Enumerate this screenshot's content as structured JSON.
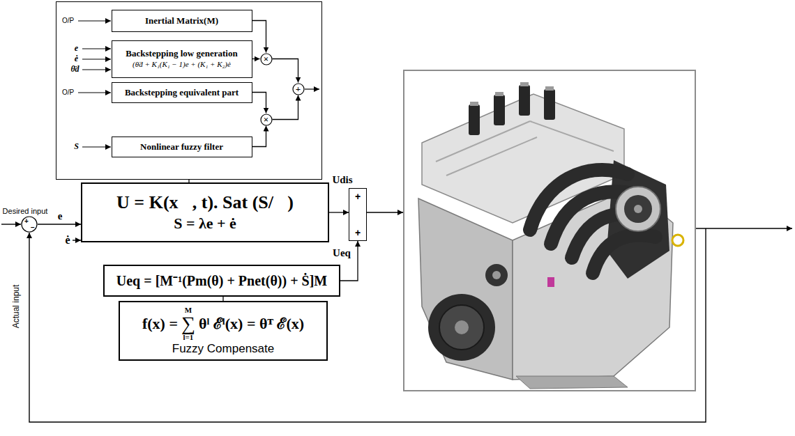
{
  "diagram": {
    "nodes": [
      {
        "text": [
          "O/P",
          "e",
          "ė",
          "θ̈d",
          "O/P",
          "S"
        ]
      },
      {
        "text": [
          "Inertial Matrix(M)"
        ],
        "in": 0
      },
      {
        "text": [
          "Backstepping low generation",
          "(θ̈d + K₁(K₁ − 1)e + (K₁ + K₂)ė"
        ],
        "in": 0
      },
      {
        "text": [
          "Backstepping equivalent part"
        ],
        "in": 0
      },
      {
        "text": [
          "Nonlinear fuzzy filter"
        ],
        "in": 0
      },
      {
        "text": [
          "×"
        ],
        "in": 0
      },
      {
        "text": [
          "×"
        ],
        "in": 0
      },
      {
        "text": [
          "+"
        ],
        "in": 0
      },
      {
        "text": [
          "+",
          "−"
        ]
      },
      {
        "text": [
          "U = K(x⃗, t). Sat (S/∅)",
          "S = λe + ė"
        ]
      },
      {
        "text": [
          "+",
          "+"
        ]
      },
      {
        "text": [
          "Ueq = [M⁻¹(Pm(θ) + Pnet(θ)) + Ṡ]M"
        ]
      },
      {
        "text": [
          "f(x) =",
          "M",
          "∑",
          "l=1",
          "θˡ ℰˡ(x) = θᵀ ℰ(x)",
          "Fuzzy Compensate"
        ]
      }
    ],
    "edges": [
      {
        "from": 1,
        "to": 5,
        "arrow": "to"
      },
      {
        "from": 2,
        "to": 5,
        "arrow": "to"
      },
      {
        "from": 3,
        "to": 6,
        "arrow": "to"
      },
      {
        "from": 4,
        "to": 6,
        "arrow": "to"
      },
      {
        "from": 5,
        "to": 7,
        "arrow": "to"
      },
      {
        "from": 6,
        "to": 7,
        "arrow": "to"
      },
      {
        "from": 0,
        "to": 9,
        "arrow": "none"
      },
      {
        "from": 8,
        "to": 9,
        "label": "e",
        "arrow": "to"
      },
      {
        "from": 9,
        "to": 10,
        "label": "Udis",
        "arrow": "to"
      },
      {
        "from": 11,
        "to": 10,
        "label": "Ueq",
        "arrow": "to"
      },
      {
        "from": 12,
        "to": 11,
        "arrow": "none"
      }
    ],
    "labels": [
      "Desired input",
      "Actual input",
      "ė"
    ]
  }
}
